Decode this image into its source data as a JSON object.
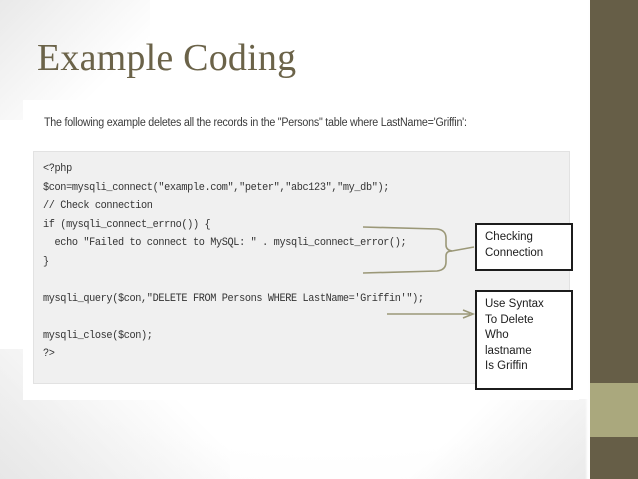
{
  "slide": {
    "title": "Example Coding",
    "title_color": "#6b6349",
    "background_color": "#ffffff",
    "accent_band_color": "#665e47",
    "accent_block_color": "#aaa87d"
  },
  "content": {
    "intro": "The following example deletes all the records in the \"Persons\" table where LastName='Griffin':",
    "code": "<?php\n$con=mysqli_connect(\"example.com\",\"peter\",\"abc123\",\"my_db\");\n// Check connection\nif (mysqli_connect_errno()) {\n  echo \"Failed to connect to MySQL: \" . mysqli_connect_error();\n}\n\nmysqli_query($con,\"DELETE FROM Persons WHERE LastName='Griffin'\");\n\nmysqli_close($con);\n?>",
    "code_background": "#f0f0f0",
    "code_text_color": "#333333"
  },
  "annotations": {
    "connector_color": "#9b9878",
    "box_border_color": "#1c1c1c",
    "checking_connection": {
      "text": "Checking\nConnection"
    },
    "delete_syntax": {
      "text": "Use Syntax\nTo Delete\nWho\nlastname\nIs Griffin"
    }
  }
}
